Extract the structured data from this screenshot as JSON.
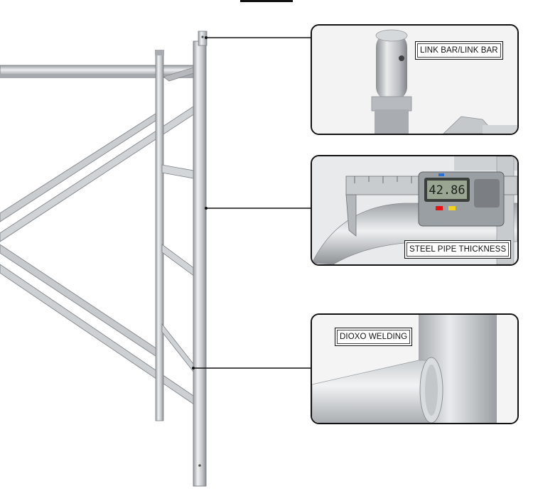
{
  "callouts": {
    "link_bar": {
      "label": "LINK BAR/LINK BAR"
    },
    "pipe_thickness": {
      "label": "STEEL PIPE THICKNESS",
      "caliper_reading": "42.86"
    },
    "welding": {
      "label": "DIOXO WELDING"
    }
  },
  "colors": {
    "steel_light": "#e6e8ea",
    "steel_mid": "#b9bdc1",
    "steel_dark": "#8d9296",
    "leader_line": "#111111",
    "lcd": "#9aa592"
  }
}
